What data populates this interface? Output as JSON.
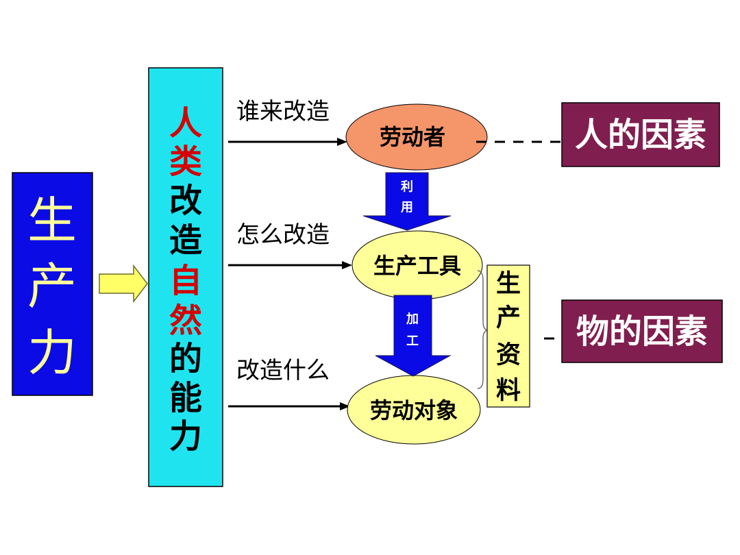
{
  "productive_force": {
    "chars": [
      "生",
      "产",
      "力"
    ]
  },
  "human_ability": {
    "chars": [
      {
        "char": "人",
        "color": "#d40000"
      },
      {
        "char": "类",
        "color": "#d40000"
      },
      {
        "char": "改",
        "color": "#000000"
      },
      {
        "char": "造",
        "color": "#000000"
      },
      {
        "char": "自",
        "color": "#d40000"
      },
      {
        "char": "然",
        "color": "#d40000"
      },
      {
        "char": "的",
        "color": "#000000"
      },
      {
        "char": "能",
        "color": "#000000"
      },
      {
        "char": "力",
        "color": "#000000"
      }
    ]
  },
  "questions": {
    "who": "谁来改造",
    "how": "怎么改造",
    "what": "改造什么"
  },
  "nodes": {
    "laborer": "劳动者",
    "tools": "生产工具",
    "labor_object": "劳动对象"
  },
  "flows": {
    "use": [
      "利",
      "用"
    ],
    "process": [
      "加",
      "工"
    ]
  },
  "means_of_production": {
    "chars": [
      "生",
      "产",
      "资",
      "料"
    ]
  },
  "factors": {
    "human": "人的因素",
    "material": "物的因素"
  },
  "colors": {
    "productive_force_box": "#0b0be6",
    "productive_force_text": "#ffff99",
    "yellow_arrow": "#ffff66",
    "human_ability_box": "#1fe4f0",
    "laborer_fill": "#f4956a",
    "light_yellow": "#ffff99",
    "flow_arrow": "#0a0ae6",
    "factor_box": "#801f4f",
    "factor_text": "#ffffff"
  }
}
